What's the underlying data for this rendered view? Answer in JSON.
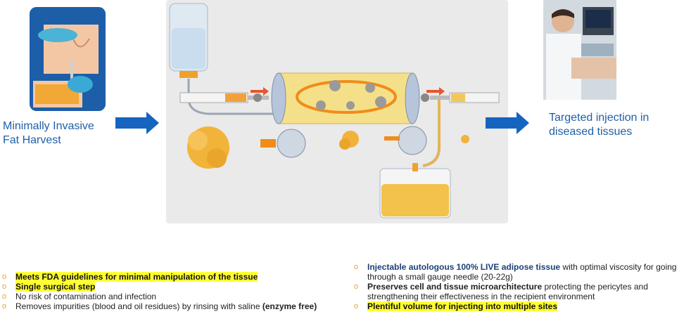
{
  "left_label": [
    "Minimally Invasive",
    "Fat Harvest"
  ],
  "right_label": [
    "Targeted injection in",
    "diseased tissues"
  ],
  "left_bullets": [
    {
      "highlight": "Meets FDA guidelines for minimal manipulation of the tissue"
    },
    {
      "highlight": "Single surgical step"
    },
    {
      "text": "No risk of contamination and infection"
    },
    {
      "text": "Removes impurities (blood and oil residues) by rinsing with saline ",
      "bold": "(enzyme free)"
    }
  ],
  "right_bullets": [
    {
      "navy": "Injectable autologous 100% LIVE adipose tissue",
      "text": " with optimal viscosity for going through a small gauge needle (20-22g)"
    },
    {
      "bold": "Preserves cell and tissue microarchitecture",
      "text": " protecting the pericytes and strengthening their effectiveness in the recipient environment"
    },
    {
      "highlight": "Plentiful volume for injecting into multiple sites"
    }
  ],
  "bullet_marker": "o",
  "colors": {
    "label_blue": "#1f5fa8",
    "arrow_blue": "#1565c0",
    "highlight": "#ffff33",
    "navy": "#1c3f78",
    "fat_yellow": "#f2b33a"
  }
}
